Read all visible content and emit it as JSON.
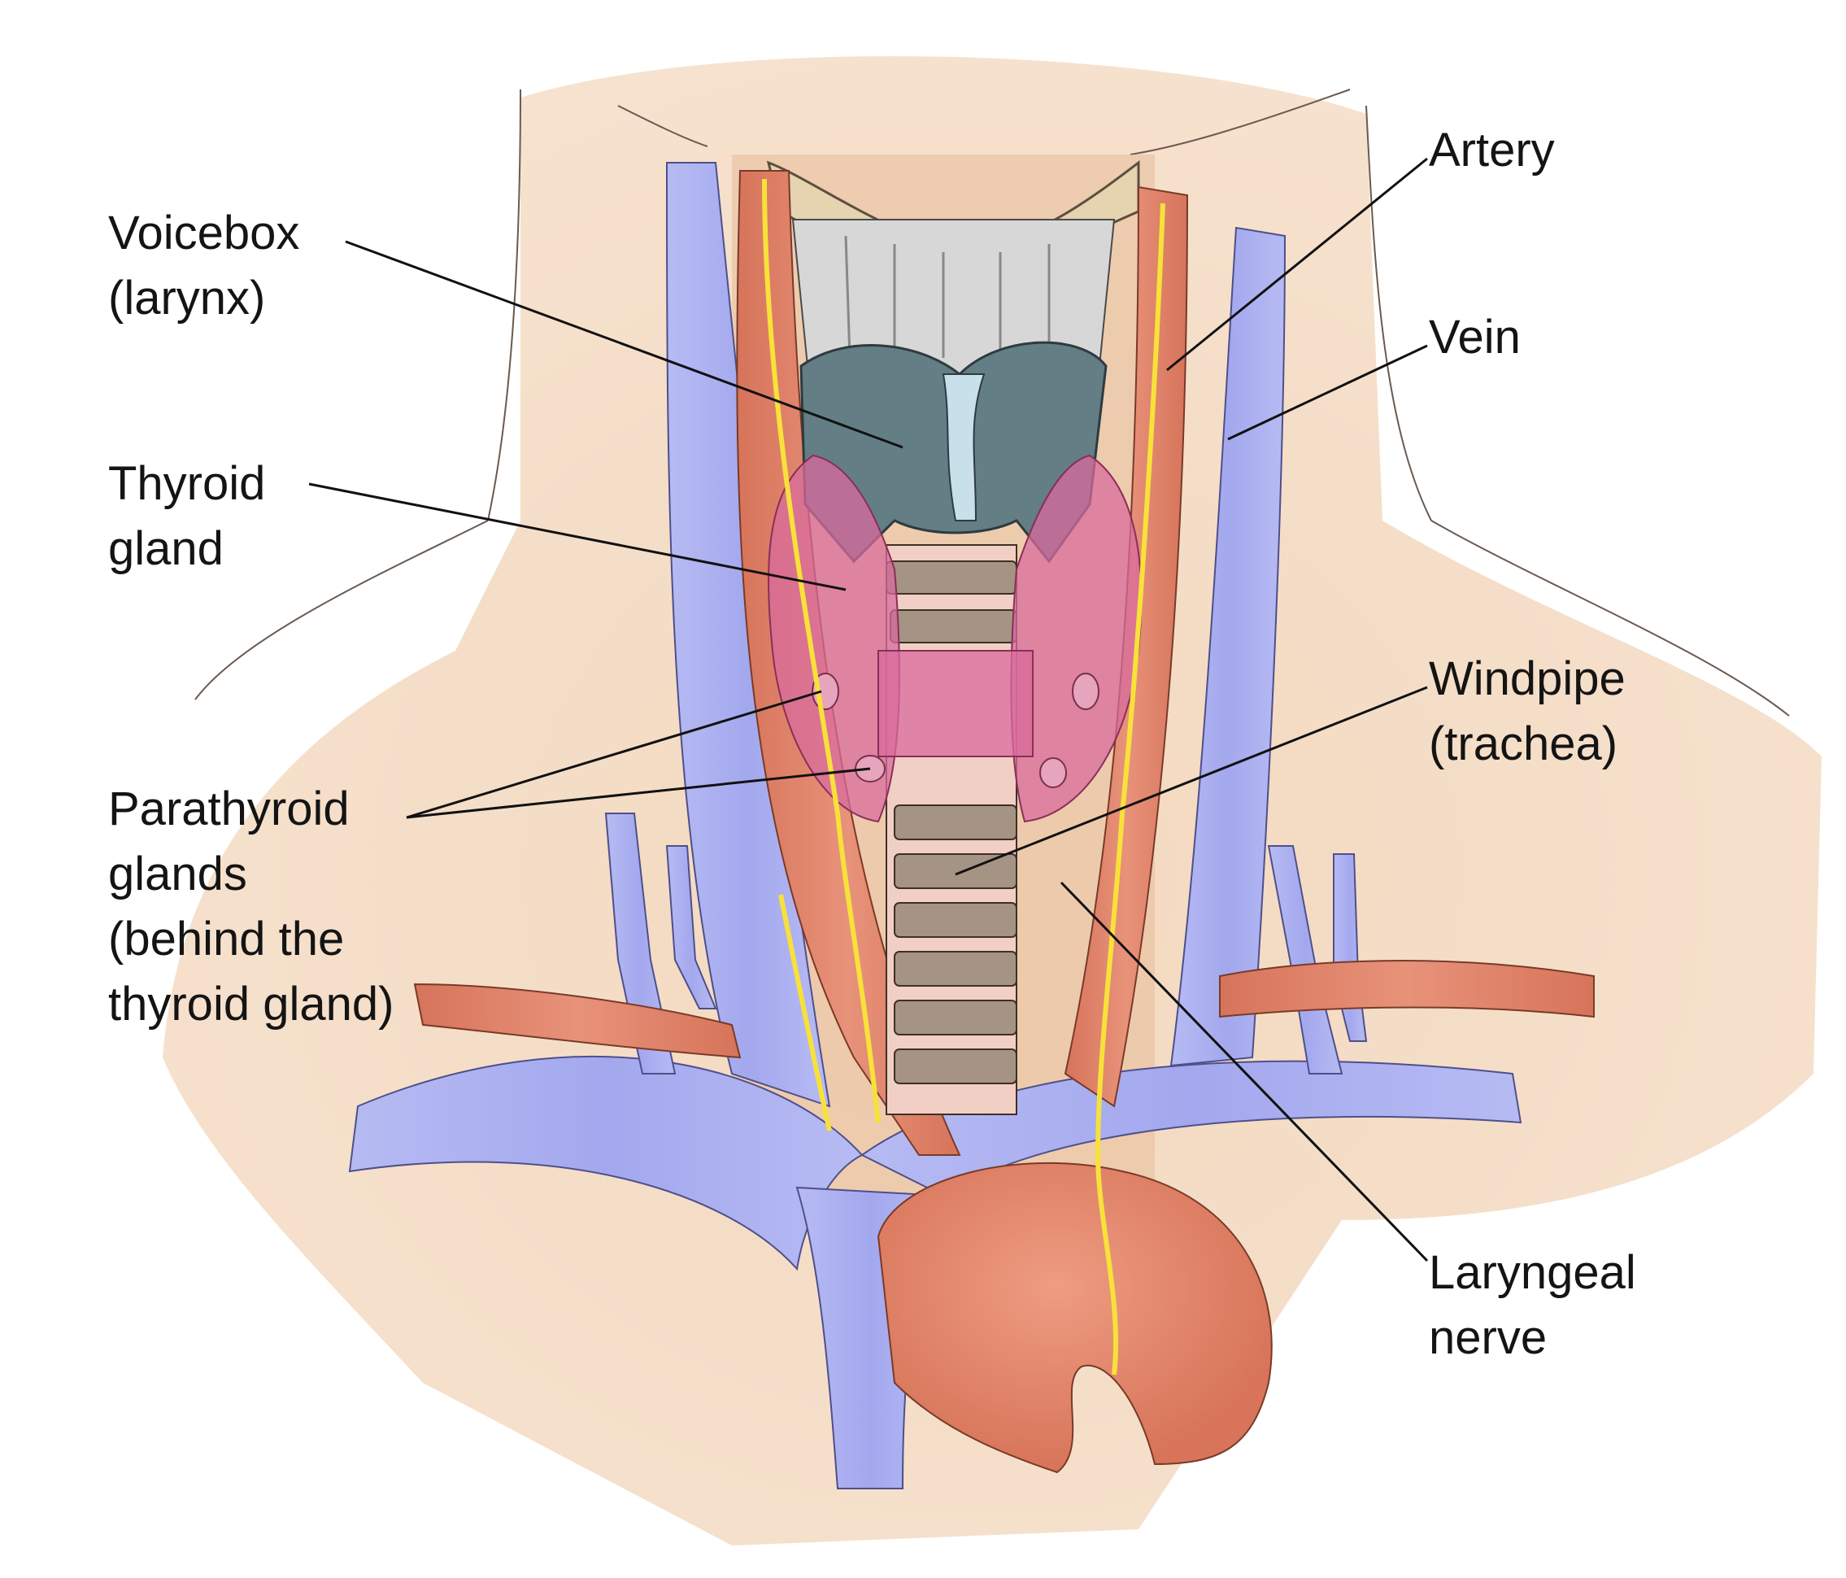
{
  "labels": {
    "voicebox": [
      "Voicebox",
      "(larynx)"
    ],
    "thyroid": [
      "Thyroid",
      "gland"
    ],
    "parathyroid": [
      "Parathyroid",
      "glands",
      "(behind the",
      "thyroid gland)"
    ],
    "artery": [
      "Artery"
    ],
    "vein": [
      "Vein"
    ],
    "windpipe": [
      "Windpipe",
      "(trachea)"
    ],
    "nerve": [
      "Laryngeal",
      "nerve"
    ]
  },
  "colors": {
    "skin": "#f1d3b5",
    "skin_shadow": "#e8c19e",
    "vein": "#a9aef0",
    "artery": "#e3866a",
    "thyroid": "#d86b9c",
    "cartilage": "#637e85",
    "trachea_ring": "#a59383",
    "trachea_gap": "#f2cfc4",
    "nerve": "#f7e13a",
    "bone": "#e6d3b0",
    "line": "#111111"
  }
}
